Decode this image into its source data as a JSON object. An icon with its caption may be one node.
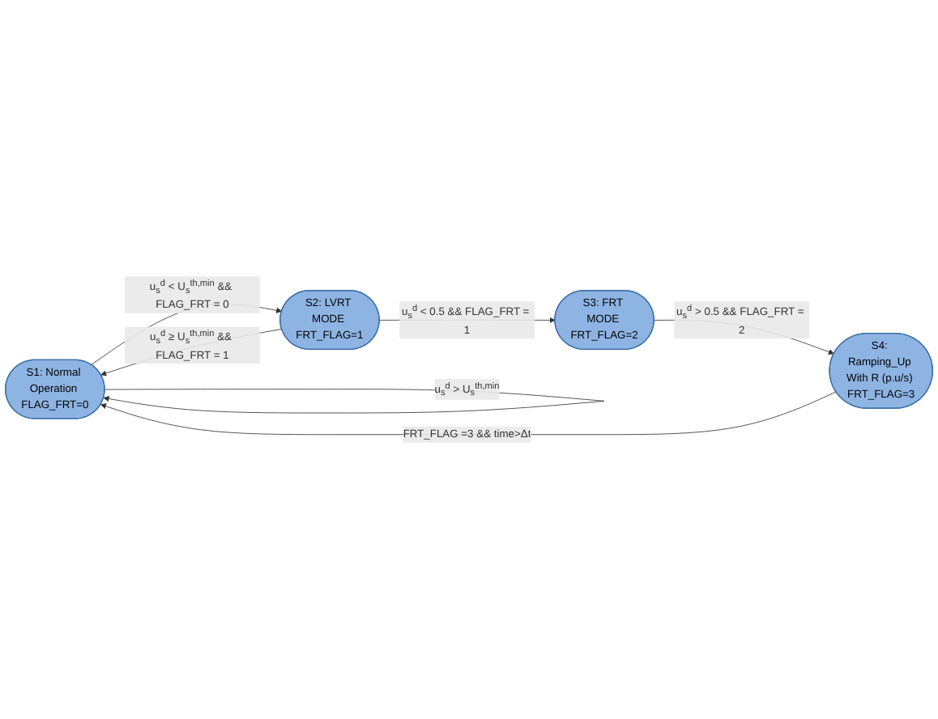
{
  "diagram": {
    "nodes": [
      {
        "text": [
          "S1: Normal Operation FLAG_FRT=0"
        ]
      },
      {
        "text": [
          "S2: LVRT MODE FRT_FLAG=1"
        ]
      },
      {
        "text": [
          "S3: FRT MODE FRT_FLAG=2"
        ]
      },
      {
        "text": [
          "S4: Ramping_Up With R (p.u/s) FRT_FLAG=3"
        ]
      }
    ],
    "edges": [
      {
        "from": 0,
        "to": 0,
        "arrow": "to",
        "label": "u$_{s}$$^{d}$ > U$_{s}$$^{th,min}$"
      },
      {
        "from": 0,
        "to": 1,
        "arrow": "to",
        "label": "u$_{s}$$^{d}$ < U$_{s}$$^{th,min}$ && FLAG_FRT = 0"
      },
      {
        "from": 1,
        "to": 0,
        "arrow": "to",
        "label": "u$_{s}$$^{d}$ ≥ U$_{s}$$^{th,min}$ && FLAG_FRT = 1"
      },
      {
        "from": 1,
        "to": 2,
        "arrow": "to",
        "label": "u$_{s}$$^{d}$ < 0.5 && FLAG_FRT = 1"
      },
      {
        "from": 2,
        "to": 3,
        "arrow": "to",
        "label": "u$_{s}$$^{d}$ > 0.5 && FLAG_FRT = 2"
      },
      {
        "from": 3,
        "to": 0,
        "arrow": "to",
        "label": "FRT_FLAG =3 && time>Δt"
      }
    ]
  }
}
